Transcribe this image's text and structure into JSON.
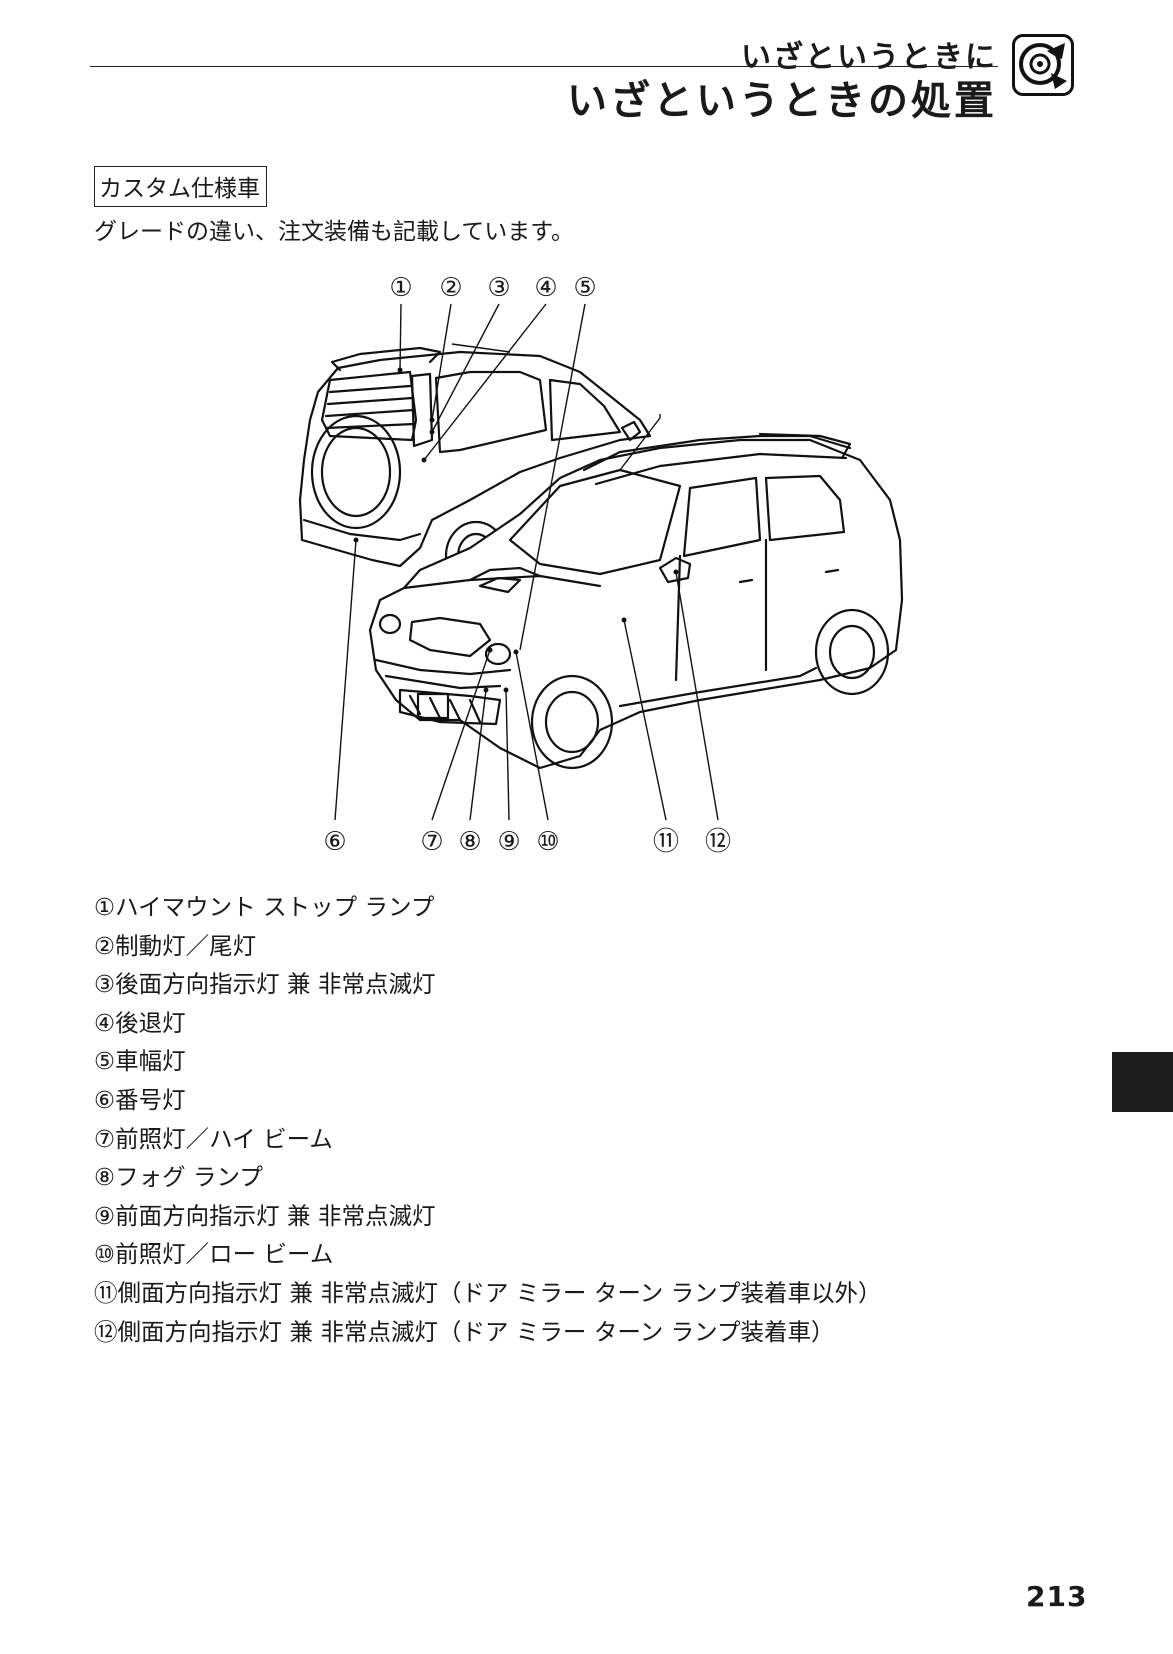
{
  "header": {
    "chapter_title": "いざというときに",
    "section_title": "いざというときの処置"
  },
  "spec_label": "カスタム仕様車",
  "note": "グレードの違い、注文装備も記載しています。",
  "callouts_top": [
    "①",
    "②",
    "③",
    "④",
    "⑤"
  ],
  "callouts_bottom": [
    "⑥",
    "⑦",
    "⑧",
    "⑨",
    "⑩",
    "⑪",
    "⑫"
  ],
  "legend": [
    "①ハイマウント ストップ ランプ",
    "②制動灯／尾灯",
    "③後面方向指示灯 兼 非常点滅灯",
    "④後退灯",
    "⑤車幅灯",
    "⑥番号灯",
    "⑦前照灯／ハイ ビーム",
    "⑧フォグ ランプ",
    "⑨前面方向指示灯 兼 非常点滅灯",
    "⑩前照灯／ロー ビーム",
    "⑪側面方向指示灯 兼 非常点滅灯（ドア ミラー ターン ランプ装着車以外）",
    "⑫側面方向指示灯 兼 非常点滅灯（ドア ミラー ターン ランプ装着車）"
  ],
  "icons": {
    "chapter_icon": "tire-repair-icon"
  },
  "page_number": "213"
}
